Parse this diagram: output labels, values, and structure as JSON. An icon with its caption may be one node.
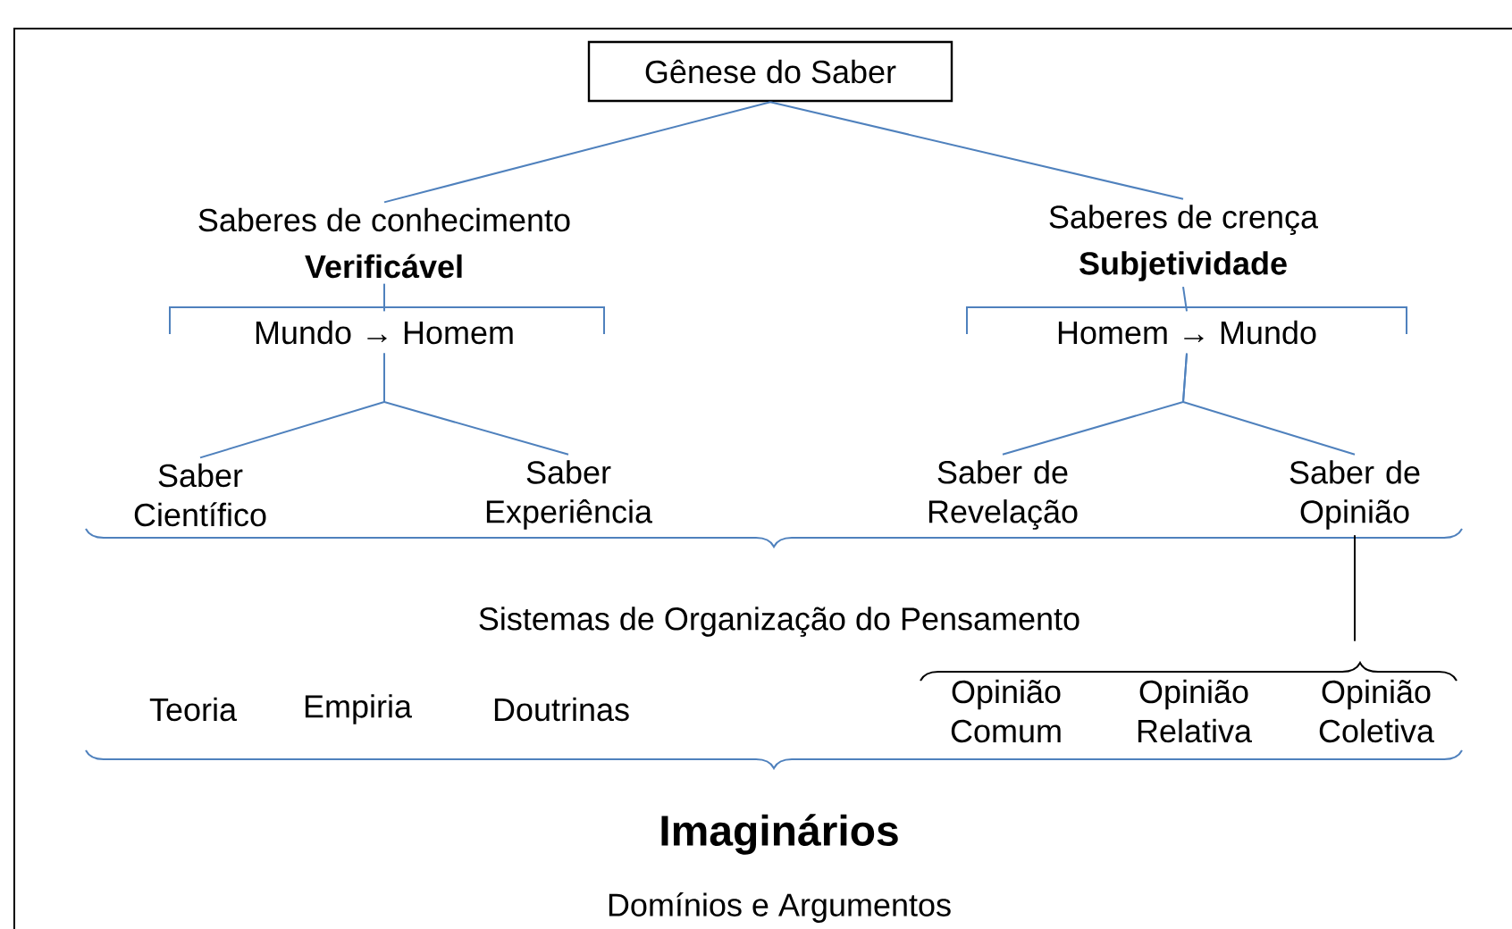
{
  "diagram": {
    "nodes": [
      {
        "text": [
          "Gênese do Saber"
        ]
      },
      {
        "text": [
          "Saberes de conhecimento",
          "Verificável"
        ]
      },
      {
        "text": [
          "Mundo → Homem"
        ]
      },
      {
        "text": [
          "Saberes de crença",
          "Subjetividade"
        ]
      },
      {
        "text": [
          "Homem → Mundo"
        ]
      },
      {
        "text": [
          "Saber Científico"
        ]
      },
      {
        "text": [
          "Saber Experiência"
        ]
      },
      {
        "text": [
          "Saber de Revelação"
        ]
      },
      {
        "text": [
          "Saber de Opinião"
        ]
      },
      {
        "text": [
          "Sistemas de Organização do Pensamento"
        ]
      },
      {
        "text": [
          "Opinião Comum"
        ]
      },
      {
        "text": [
          "Opinião Relativa"
        ]
      },
      {
        "text": [
          "Opinião Coletiva"
        ]
      },
      {
        "text": [
          "Imaginários"
        ]
      },
      {
        "text": [],
        "shape": "bracket"
      }
    ],
    "edges": [
      {
        "from": 0,
        "to": 1,
        "arrow": "none"
      },
      {
        "from": 0,
        "to": 3,
        "arrow": "none"
      },
      {
        "from": 1,
        "to": 2,
        "arrow": "none"
      },
      {
        "from": 3,
        "to": 4,
        "arrow": "none"
      },
      {
        "from": 2,
        "to": 5,
        "arrow": "none"
      },
      {
        "from": 2,
        "to": 6,
        "arrow": "none"
      },
      {
        "from": 4,
        "to": 7,
        "arrow": "none"
      },
      {
        "from": 4,
        "to": 8,
        "arrow": "none"
      },
      {
        "from": 8,
        "to": 14,
        "arrow": "none",
        "color": "#000000"
      }
    ],
    "labels": [
      "Teoria",
      "Empiria",
      "Doutrinas",
      "Domínios e Argumentos"
    ]
  }
}
